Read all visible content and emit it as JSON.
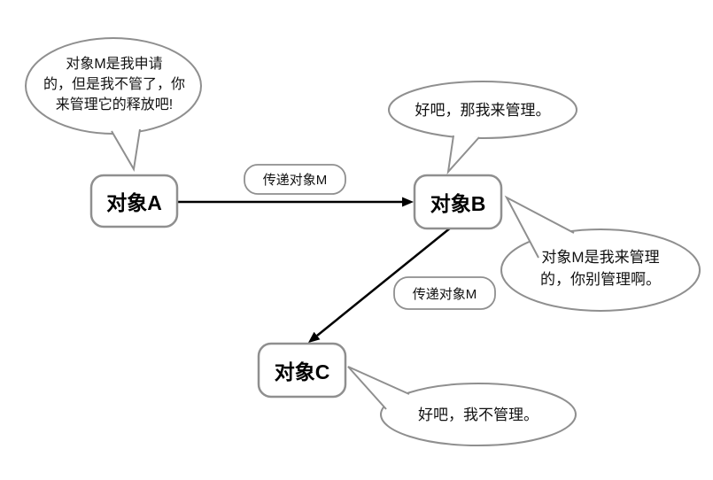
{
  "diagram": {
    "title_hint": "object ownership hand-off diagram",
    "colors": {
      "background": "#ffffff",
      "shape_border": "#8f8f8f",
      "arrow": "#000000",
      "text": "#111111"
    },
    "nodes": {
      "a": "对象A",
      "b": "对象B",
      "c": "对象C"
    },
    "edges": {
      "a_to_b": "传递对象M",
      "b_to_c": "传递对象M"
    },
    "speech": {
      "a_says": "对象M是我申请\n的，但是我不管了，你\n来管理它的释放吧!",
      "b_agrees": "好吧，那我来管理。",
      "b_warns": "对象M是我来管理\n的，你别管理啊。",
      "c_agrees": "好吧，我不管理。"
    }
  }
}
